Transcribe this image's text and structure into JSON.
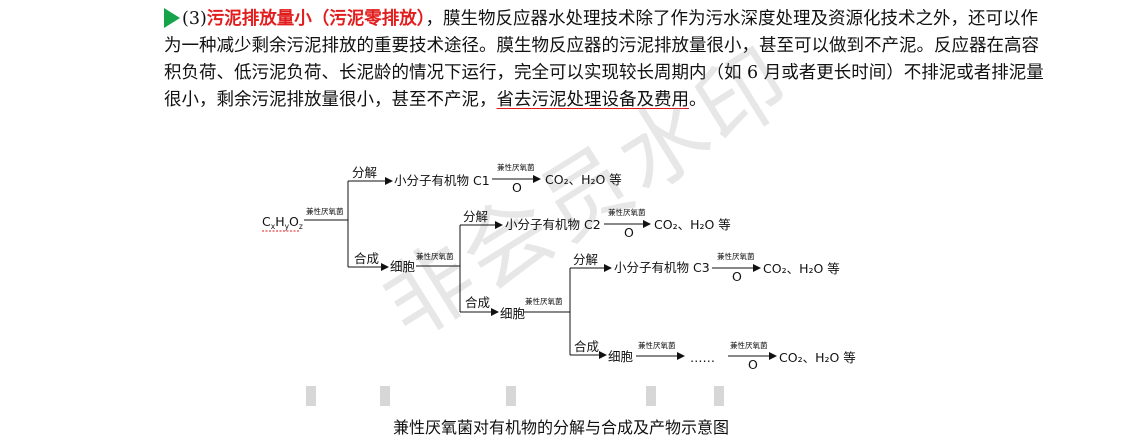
{
  "paragraph": {
    "marker": "(3)",
    "highlight": "污泥排放量小（污泥零排放）",
    "text_before_underline": "，膜生物反应器水处理技术除了作为污水深度处理及资源化技术之外，还可以作为一种减少剩余污泥排放的重要技术途径。膜生物反应器的污泥排放量很小，甚至可以做到不产泥。反应器在高容积负荷、低污泥负荷、长泥龄的情况下运行，完全可以实现较长周期内（如 6 月或者更长时间）不排泥或者排泥量很小，剩余污泥排放量很小，甚至不产泥，",
    "underlined": "省去污泥处理设备及费用",
    "end": "。"
  },
  "diagram": {
    "substrate": "CHO",
    "substrate_subscripts": [
      "x",
      "y",
      "z"
    ],
    "arrow_label": "兼性厌氧菌",
    "decompose_label": "分解",
    "synthesize_label": "合成",
    "small_molecules": [
      "小分子有机物 C1",
      "小分子有机物 C2",
      "小分子有机物 C3"
    ],
    "oxygen": "O",
    "product": "CO₂、H₂O 等",
    "cell": "细胞",
    "ellipsis": "……"
  },
  "caption": "兼性厌氧菌对有机物的分解与合成及产物示意图",
  "watermark": "非会员水印"
}
